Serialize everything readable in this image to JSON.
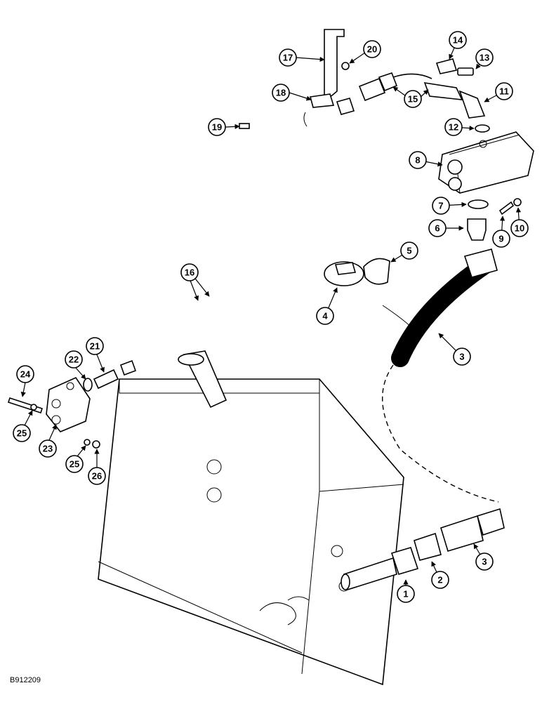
{
  "figure_id": "B912209",
  "callouts": [
    "1",
    "2",
    "3",
    "3",
    "4",
    "5",
    "6",
    "7",
    "8",
    "9",
    "10",
    "11",
    "12",
    "13",
    "14",
    "15",
    "16",
    "17",
    "18",
    "19",
    "20",
    "21",
    "22",
    "23",
    "24",
    "25",
    "25",
    "26"
  ]
}
